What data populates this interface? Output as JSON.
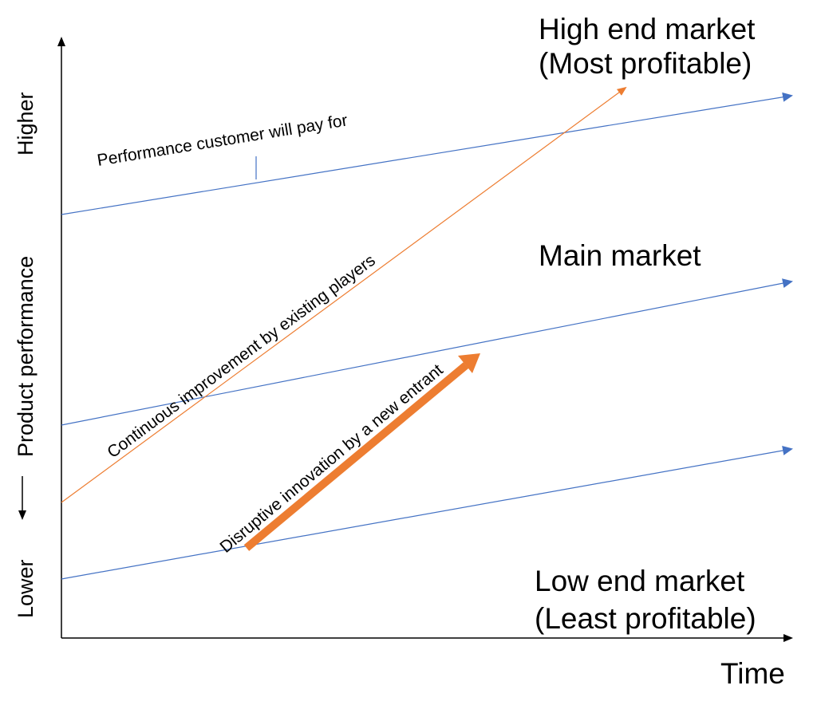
{
  "axes": {
    "x_label": "Time",
    "y_label": "Product performance",
    "y_high": "Higher",
    "y_low": "Lower"
  },
  "markets": {
    "high_end": "High end market",
    "high_end_note": "(Most profitable)",
    "main": "Main market",
    "low_end": "Low end market",
    "low_end_note": "(Least profitable)"
  },
  "trajectories": {
    "customer_demand": "Performance customer will pay for",
    "sustaining": "Continuous improvement by existing players",
    "disruptive": "Disruptive innovation by a new entrant"
  },
  "colors": {
    "market_line": "#4472C4",
    "sustaining_line": "#ED7D31",
    "disruptive_arrow": "#ED7D31",
    "axis": "#000000"
  }
}
